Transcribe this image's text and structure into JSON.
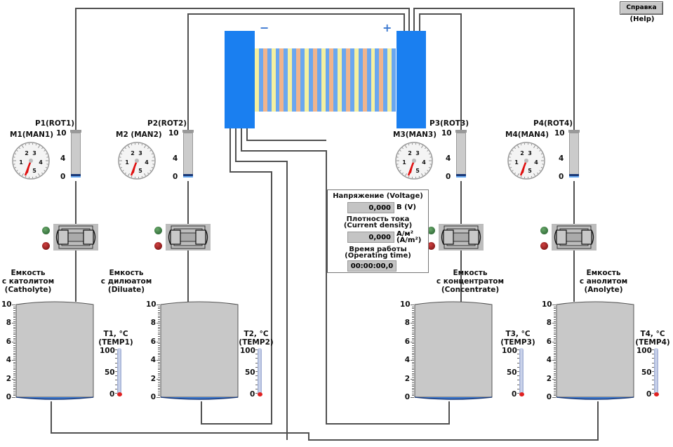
{
  "help": {
    "button_label": "Справка",
    "sub_label": "(Help)"
  },
  "stack": {
    "minus_label": "−",
    "plus_label": "+"
  },
  "flowmeters": [
    {
      "id": "P1",
      "label": "P1(ROT1)",
      "ticks": [
        "10",
        "4",
        "0"
      ],
      "value": 0
    },
    {
      "id": "P2",
      "label": "P2(ROT2)",
      "ticks": [
        "10",
        "4",
        "0"
      ],
      "value": 0
    },
    {
      "id": "P3",
      "label": "P3(ROT3)",
      "ticks": [
        "10",
        "4",
        "0"
      ],
      "value": 0
    },
    {
      "id": "P4",
      "label": "P4(ROT4)",
      "ticks": [
        "10",
        "4",
        "0"
      ],
      "value": 0
    }
  ],
  "manometers": [
    {
      "id": "M1",
      "label": "M1(MAN1)",
      "scale": [
        "1",
        "2",
        "3",
        "4",
        "5"
      ]
    },
    {
      "id": "M2",
      "label": "M2 (MAN2)",
      "scale": [
        "1",
        "2",
        "3",
        "4",
        "5"
      ]
    },
    {
      "id": "M3",
      "label": "M3(MAN3)",
      "scale": [
        "1",
        "2",
        "3",
        "4",
        "5"
      ]
    },
    {
      "id": "M4",
      "label": "M4(MAN4)",
      "scale": [
        "1",
        "2",
        "3",
        "4",
        "5"
      ]
    }
  ],
  "pumps": [
    {
      "id": "pump1",
      "on_led": "green",
      "off_led": "red"
    },
    {
      "id": "pump2",
      "on_led": "green",
      "off_led": "red"
    },
    {
      "id": "pump3",
      "on_led": "green",
      "off_led": "red"
    },
    {
      "id": "pump4",
      "on_led": "green",
      "off_led": "red"
    }
  ],
  "tanks": [
    {
      "id": "catholyte",
      "label_line1": "Емкость",
      "label_line2": "с католитом",
      "label_line3": "(Catholyte)",
      "ticks": [
        "10",
        "8",
        "6",
        "4",
        "2",
        "0"
      ],
      "level": 0
    },
    {
      "id": "diluate",
      "label_line1": "Емкость",
      "label_line2": "с дилюатом",
      "label_line3": "(Diluate)",
      "ticks": [
        "10",
        "8",
        "6",
        "4",
        "2",
        "0"
      ],
      "level": 0
    },
    {
      "id": "concentrate",
      "label_line1": "Емкость",
      "label_line2": "с концентратом",
      "label_line3": "(Concentrate)",
      "ticks": [
        "10",
        "8",
        "6",
        "4",
        "2",
        "0"
      ],
      "level": 0
    },
    {
      "id": "anolyte",
      "label_line1": "Емкость",
      "label_line2": "с анолитом",
      "label_line3": "(Anolyte)",
      "ticks": [
        "10",
        "8",
        "6",
        "4",
        "2",
        "0"
      ],
      "level": 0
    }
  ],
  "thermometers": [
    {
      "id": "T1",
      "label_line1": "T1, °C",
      "label_line2": "(TEMP1)",
      "ticks": [
        "100",
        "50",
        "0"
      ],
      "value": 0
    },
    {
      "id": "T2",
      "label_line1": "T2, °C",
      "label_line2": "(TEMP2)",
      "ticks": [
        "100",
        "50",
        "0"
      ],
      "value": 0
    },
    {
      "id": "T3",
      "label_line1": "T3, °C",
      "label_line2": "(TEMP3)",
      "ticks": [
        "100",
        "50",
        "0"
      ],
      "value": 0
    },
    {
      "id": "T4",
      "label_line1": "T4, °C",
      "label_line2": "(TEMP4)",
      "ticks": [
        "100",
        "50",
        "0"
      ],
      "value": 0
    }
  ],
  "readout": {
    "voltage_title": "Напряжение (Voltage)",
    "voltage_value": "0,000",
    "voltage_unit": "В (V)",
    "current_title_1": "Плотность тока",
    "current_title_2": "(Current density)",
    "current_value": "0,000",
    "current_unit_1": "А/м²",
    "current_unit_2": "(A/m²)",
    "time_title_1": "Время работы",
    "time_title_2": "(Operating time)",
    "time_value": "00:00:00,0"
  },
  "colors": {
    "electrode": "#1a7ff0",
    "membrane_blue": "#6aa7f0",
    "membrane_yellow": "#f5f0a0",
    "membrane_orange": "#f0b48c",
    "pipe": "#505050",
    "tank": "#c8c8c8",
    "liquid": "#3b78d0"
  }
}
